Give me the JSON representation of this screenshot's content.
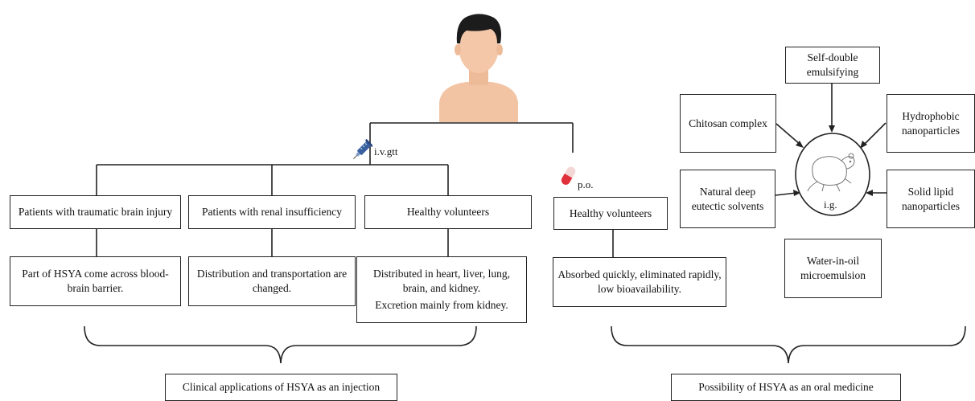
{
  "route_ivgtt": "i.v.gtt",
  "route_po": "p.o.",
  "injection": {
    "groups": [
      {
        "title": "Patients with traumatic brain injury",
        "result": "Part of HSYA come across blood-brain barrier."
      },
      {
        "title": "Patients with renal insufficiency",
        "result": "Distribution and transportation are changed."
      },
      {
        "title": "Healthy volunteers",
        "result": "Distributed in heart, liver, lung, brain, and kidney.",
        "result2": "Excretion mainly from kidney."
      }
    ],
    "summary": "Clinical applications of HSYA as an injection"
  },
  "oral": {
    "group": {
      "title": "Healthy volunteers",
      "result": "Absorbed quickly, eliminated rapidly, low bioavailability."
    },
    "formulations": {
      "top": "Self-double emulsifying",
      "left_top": "Chitosan complex",
      "right_top": "Hydrophobic nanoparticles",
      "left_bottom": "Natural deep eutectic solvents",
      "right_bottom": "Solid lipid nanoparticles",
      "bottom": "Water-in-oil microemulsion"
    },
    "center_label": "i.g.",
    "summary": "Possibility of HSYA as an oral medicine"
  },
  "icons": {
    "person": "person-icon",
    "syringe": "syringe-icon",
    "pill": "pill-icon",
    "rat": "rat-icon"
  }
}
